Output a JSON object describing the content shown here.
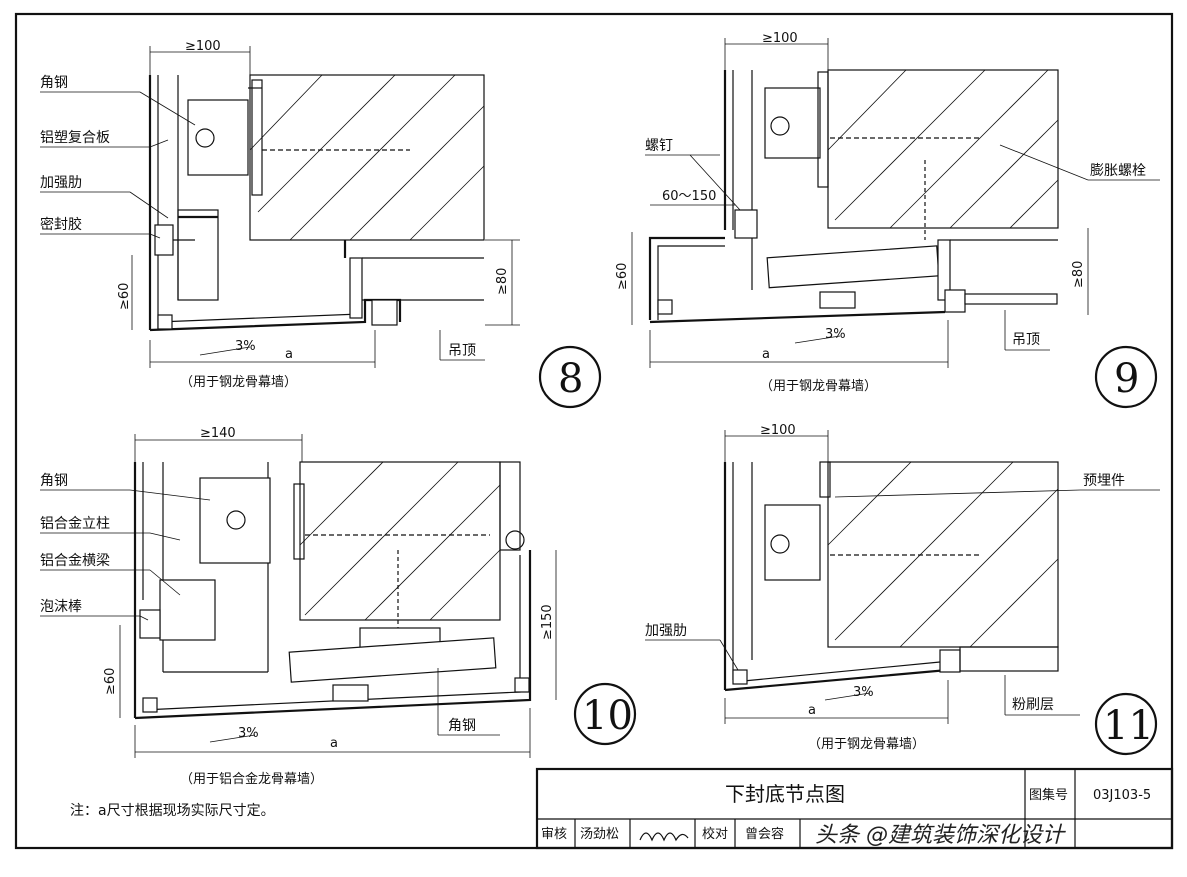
{
  "drawings": [
    {
      "number": "8",
      "caption": "（用于钢龙骨幕墙）",
      "labels": [
        "角钢",
        "铝塑复合板",
        "加强肋",
        "密封胶",
        "吊顶"
      ],
      "dims": {
        "top": "≥100",
        "left": "≥60",
        "right": "≥80",
        "bottom": "a",
        "slope": "3%"
      }
    },
    {
      "number": "9",
      "caption": "（用于钢龙骨幕墙）",
      "labels": [
        "螺钉",
        "膨胀螺栓",
        "吊顶"
      ],
      "dims": {
        "top": "≥100",
        "offset": "60～150",
        "left": "≥60",
        "right": "≥80",
        "bottom": "a",
        "slope": "3%"
      }
    },
    {
      "number": "10",
      "caption": "（用于铝合金龙骨幕墙）",
      "labels": [
        "角钢",
        "铝合金立柱",
        "铝合金横梁",
        "泡沫棒",
        "角钢"
      ],
      "dims": {
        "top": "≥140",
        "left": "≥60",
        "right": "≥150",
        "bottom": "a",
        "slope": "3%"
      }
    },
    {
      "number": "11",
      "caption": "（用于钢龙骨幕墙）",
      "labels": [
        "预埋件",
        "加强肋",
        "粉刷层"
      ],
      "dims": {
        "top": "≥100",
        "bottom": "a",
        "slope": "3%"
      }
    }
  ],
  "note": "注：a尺寸根据现场实际尺寸定。",
  "title_block": {
    "title": "下封底节点图",
    "atlas_label": "图集号",
    "atlas_no": "03J103-5",
    "review_label": "审核",
    "reviewer": "汤劲松",
    "check_label": "校对",
    "checker": "曾会容"
  },
  "watermark": "头条 @建筑装饰深化设计"
}
